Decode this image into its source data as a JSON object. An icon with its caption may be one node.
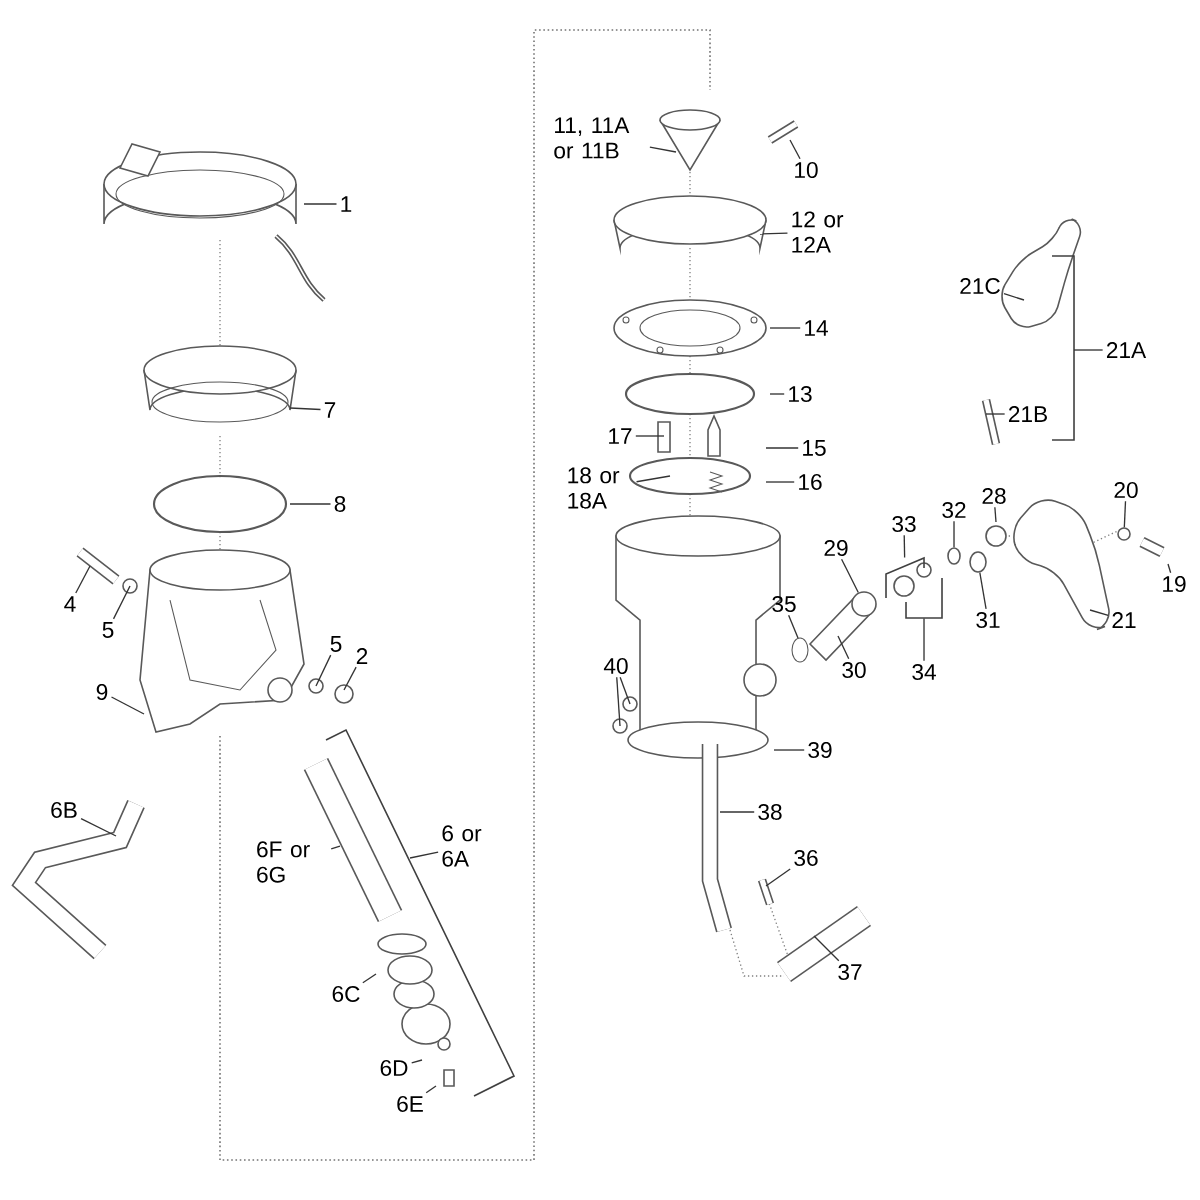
{
  "diagram": {
    "nodes": [
      {
        "text": [
          "1"
        ]
      },
      {
        "text": [
          "7"
        ]
      },
      {
        "text": [
          "8"
        ]
      },
      {
        "text": [
          "4"
        ]
      },
      {
        "text": [
          "5"
        ]
      },
      {
        "text": [
          "5"
        ]
      },
      {
        "text": [
          "2"
        ]
      },
      {
        "text": [
          "9"
        ]
      },
      {
        "text": [
          "6B"
        ]
      },
      {
        "text": [
          "6 or 6A"
        ]
      },
      {
        "text": [
          "6F or 6G"
        ]
      },
      {
        "text": [
          "6C"
        ]
      },
      {
        "text": [
          "6D"
        ]
      },
      {
        "text": [
          "6E"
        ]
      },
      {
        "text": [
          "11, 11A or 11B"
        ]
      },
      {
        "text": [
          "10"
        ]
      },
      {
        "text": [
          "12 or 12A"
        ]
      },
      {
        "text": [
          "21C"
        ]
      },
      {
        "text": [
          "14"
        ]
      },
      {
        "text": [
          "21A"
        ]
      },
      {
        "text": [
          "13"
        ]
      },
      {
        "text": [
          "21B"
        ]
      },
      {
        "text": [
          "17"
        ]
      },
      {
        "text": [
          "15"
        ]
      },
      {
        "text": [
          "18 or 18A"
        ]
      },
      {
        "text": [
          "16"
        ]
      },
      {
        "text": [
          "20"
        ]
      },
      {
        "text": [
          "28"
        ]
      },
      {
        "text": [
          "33"
        ]
      },
      {
        "text": [
          "32"
        ]
      },
      {
        "text": [
          "29"
        ]
      },
      {
        "text": [
          "19"
        ]
      },
      {
        "text": [
          "31"
        ]
      },
      {
        "text": [
          "35"
        ]
      },
      {
        "text": [
          "21"
        ]
      },
      {
        "text": [
          "34"
        ]
      },
      {
        "text": [
          "40"
        ]
      },
      {
        "text": [
          "30"
        ]
      },
      {
        "text": [
          "39"
        ]
      },
      {
        "text": [
          "38"
        ]
      },
      {
        "text": [
          "36"
        ]
      },
      {
        "text": [
          "37"
        ]
      },
      {
        "text": [],
        "shape": "bracket"
      },
      {
        "text": [],
        "shape": "bracket"
      },
      {
        "text": [],
        "shape": "circle"
      },
      {
        "text": [],
        "shape": "circle"
      },
      {
        "text": [],
        "shape": "circle"
      },
      {
        "text": [],
        "shape": "circle"
      }
    ],
    "edges": [
      {
        "from": 0,
        "to": null,
        "arrow": "none"
      },
      {
        "from": 1,
        "to": null,
        "arrow": "none"
      },
      {
        "from": 2,
        "to": null,
        "arrow": "none"
      },
      {
        "from": 3,
        "to": null,
        "arrow": "none"
      },
      {
        "from": 4,
        "to": null,
        "arrow": "none"
      },
      {
        "from": 5,
        "to": null,
        "arrow": "none"
      },
      {
        "from": 6,
        "to": null,
        "arrow": "none"
      },
      {
        "from": 7,
        "to": null,
        "arrow": "none"
      },
      {
        "from": 8,
        "to": null,
        "arrow": "none"
      },
      {
        "from": 9,
        "to": null,
        "arrow": "none"
      },
      {
        "from": 10,
        "to": null,
        "arrow": "none"
      },
      {
        "from": 11,
        "to": null,
        "arrow": "none"
      },
      {
        "from": 12,
        "to": null,
        "arrow": "none"
      },
      {
        "from": 13,
        "to": null,
        "arrow": "none"
      },
      {
        "from": 14,
        "to": null,
        "arrow": "none"
      },
      {
        "from": 15,
        "to": null,
        "arrow": "none"
      },
      {
        "from": 16,
        "to": null,
        "arrow": "none"
      },
      {
        "from": 17,
        "to": null,
        "arrow": "none"
      },
      {
        "from": 18,
        "to": null,
        "arrow": "none"
      },
      {
        "from": 19,
        "to": null,
        "arrow": "none"
      },
      {
        "from": 20,
        "to": null,
        "arrow": "none"
      },
      {
        "from": 21,
        "to": null,
        "arrow": "none"
      },
      {
        "from": 22,
        "to": null,
        "arrow": "none"
      },
      {
        "from": 23,
        "to": null,
        "arrow": "none"
      },
      {
        "from": 24,
        "to": null,
        "arrow": "none"
      },
      {
        "from": 25,
        "to": null,
        "arrow": "none"
      },
      {
        "from": 26,
        "to": 47,
        "arrow": "none"
      },
      {
        "from": 27,
        "to": null,
        "arrow": "none"
      },
      {
        "from": 28,
        "to": 42,
        "arrow": "none"
      },
      {
        "from": 29,
        "to": 45,
        "arrow": "none"
      },
      {
        "from": 30,
        "to": 44,
        "arrow": "none"
      },
      {
        "from": 31,
        "to": null,
        "arrow": "none"
      },
      {
        "from": 32,
        "to": 46,
        "arrow": "none"
      },
      {
        "from": 33,
        "to": null,
        "arrow": "none"
      },
      {
        "from": 34,
        "to": null,
        "arrow": "none"
      },
      {
        "from": 35,
        "to": 43,
        "arrow": "none"
      },
      {
        "from": 36,
        "to": null,
        "arrow": "none"
      },
      {
        "from": 36,
        "to": null,
        "arrow": "none"
      },
      {
        "from": 37,
        "to": null,
        "arrow": "none"
      },
      {
        "from": 38,
        "to": null,
        "arrow": "none"
      },
      {
        "from": 39,
        "to": null,
        "arrow": "none"
      },
      {
        "from": 40,
        "to": null,
        "arrow": "none"
      },
      {
        "from": 41,
        "to": null,
        "arrow": "none"
      }
    ]
  }
}
